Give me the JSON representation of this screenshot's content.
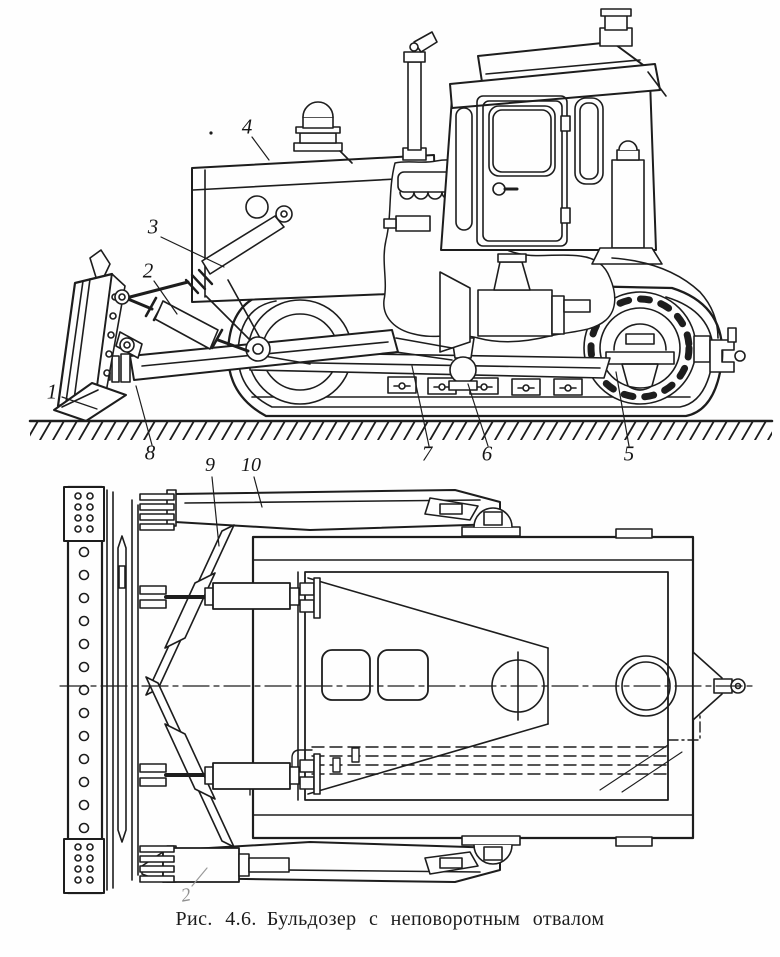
{
  "figure": {
    "caption": {
      "label": "Рис. 4.6.",
      "title": "Бульдозер с неповоротным отвалом"
    },
    "pencil_annotation": "2"
  },
  "callouts": [
    {
      "label": "1"
    },
    {
      "label": "2"
    },
    {
      "label": "3"
    },
    {
      "label": "4"
    },
    {
      "label": "5"
    },
    {
      "label": "6"
    },
    {
      "label": "7"
    },
    {
      "label": "8"
    },
    {
      "label": "9"
    },
    {
      "label": "10"
    }
  ],
  "colors": {
    "ink": "#1d1d1d",
    "paper": "#fefefe",
    "pencil": "#8f8f8f"
  }
}
